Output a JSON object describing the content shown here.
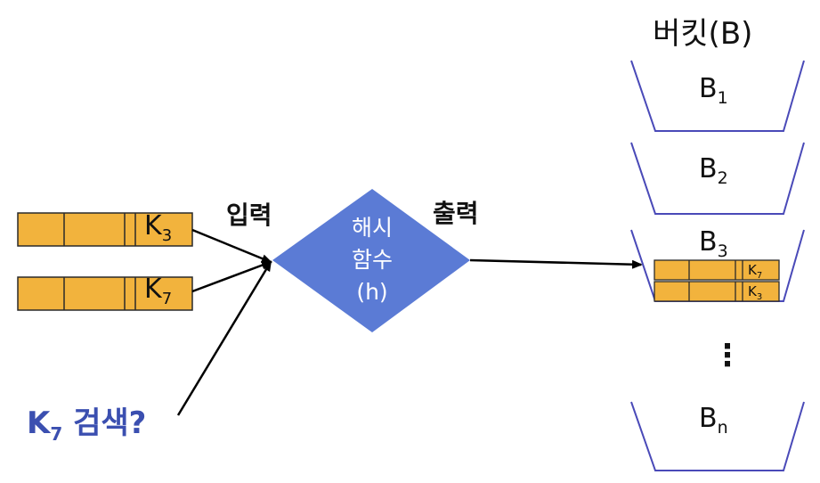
{
  "labels": {
    "input": "입력",
    "output": "출력",
    "buckets_title": "버킷(B)",
    "search_key_base": "K",
    "search_key_sub": "7",
    "search_suffix": " 검색?"
  },
  "hash_function": {
    "line1": "해시",
    "line2": "함수",
    "line3": "(h)"
  },
  "input_records": [
    {
      "key_base": "K",
      "key_sub": "3"
    },
    {
      "key_base": "K",
      "key_sub": "7"
    }
  ],
  "buckets": [
    {
      "base": "B",
      "sub": "1"
    },
    {
      "base": "B",
      "sub": "2"
    },
    {
      "base": "B",
      "sub": "3"
    },
    {
      "base": "B",
      "sub": "n"
    }
  ],
  "bucket3_records": [
    {
      "key_base": "K",
      "key_sub": "7"
    },
    {
      "key_base": "K",
      "key_sub": "3"
    }
  ],
  "ellipsis": "⋮",
  "colors": {
    "record_fill": "#f2b33d",
    "record_stroke": "#2a2a2a",
    "diamond": "#5b7bd5",
    "bucket_line": "#4a4ab8",
    "search_text": "#3b4fb0",
    "arrow": "#000000"
  }
}
